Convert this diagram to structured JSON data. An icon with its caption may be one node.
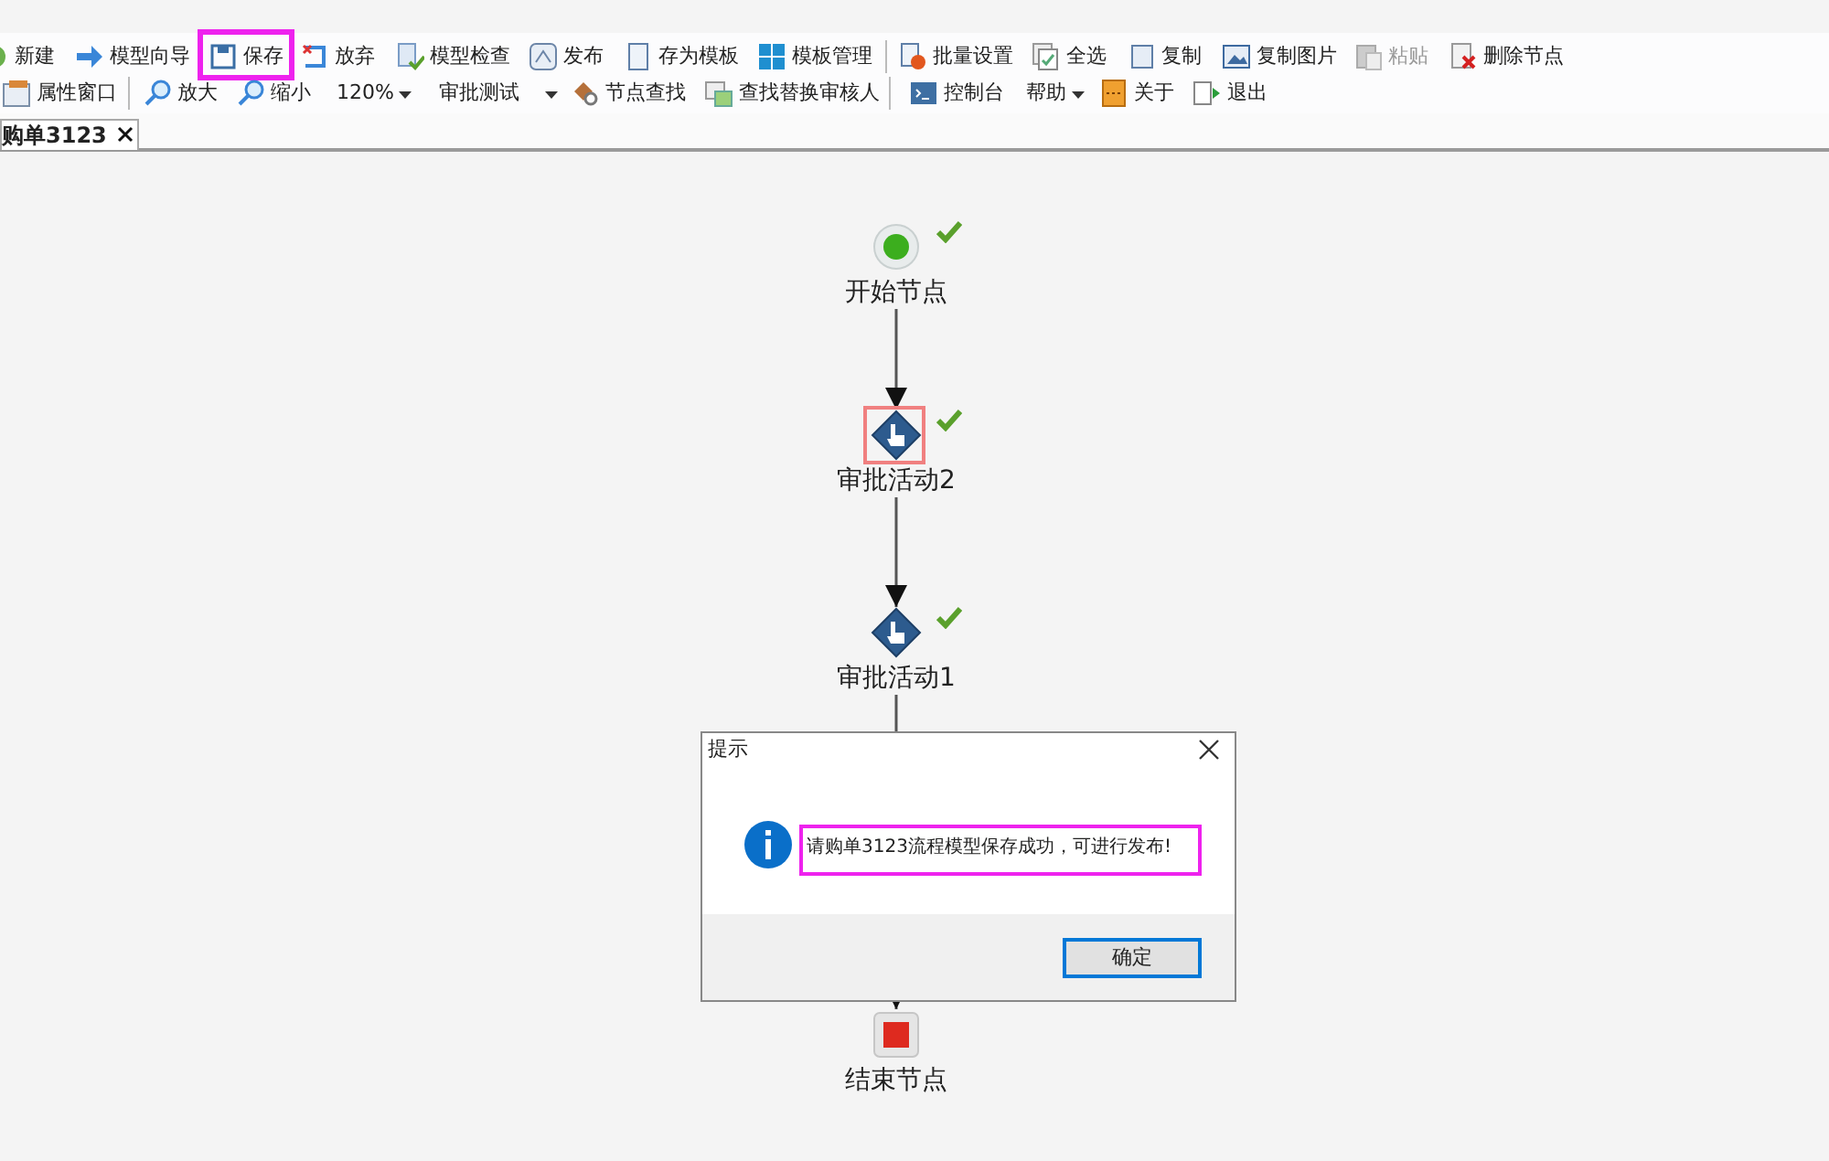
{
  "diagram": {
    "nodes": [
      {
        "text": [
          "开始节点"
        ]
      },
      {
        "text": [
          "审批活动2"
        ]
      },
      {
        "text": [
          "审批活动1"
        ]
      },
      {
        "text": [
          "结束节点"
        ]
      }
    ],
    "edges": [
      {
        "from": 0,
        "to": 1,
        "arrow": "to"
      },
      {
        "from": 1,
        "to": 2,
        "arrow": "to"
      },
      {
        "from": 2,
        "to": 3,
        "arrow": "to"
      }
    ],
    "labels": [
      "新建",
      "模型向导",
      "保存",
      "放弃",
      "模型检查",
      "发布",
      "存为模板",
      "模板管理",
      "批量设置",
      "全选",
      "复制",
      "复制图片",
      "粘贴",
      "删除节点",
      "属性窗口",
      "放大",
      "缩小",
      "120%",
      "审批测试",
      "节点查找",
      "查找替换审核人",
      "控制台",
      "帮助",
      "关于",
      "退出",
      "购单3123",
      "提示",
      "请购单3123流程模型保存成功，可进行发布!",
      "确定"
    ]
  }
}
